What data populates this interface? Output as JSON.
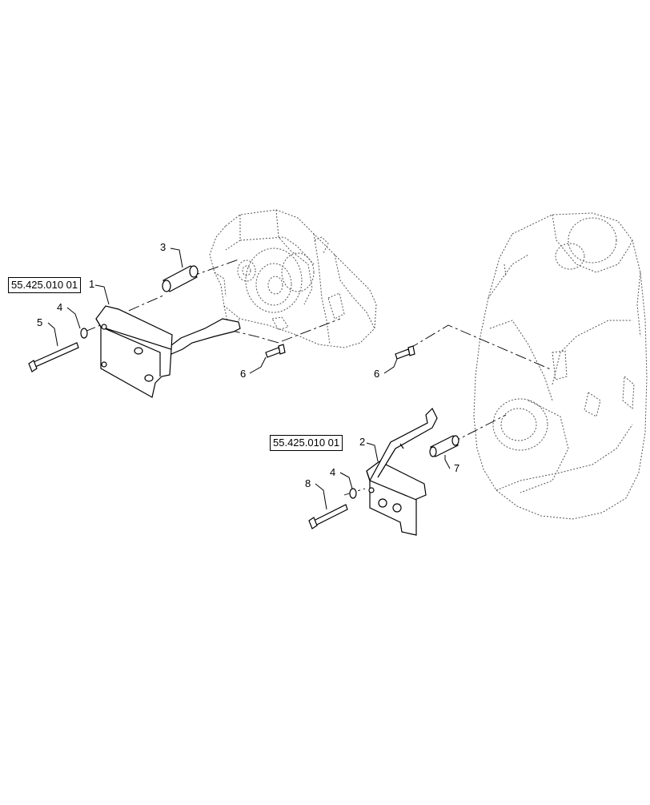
{
  "reference_links": [
    {
      "id": "ref-1",
      "text": "55.425.010 01"
    },
    {
      "id": "ref-2",
      "text": "55.425.010 01"
    }
  ],
  "callouts": [
    {
      "id": "c1",
      "text": "1"
    },
    {
      "id": "c2",
      "text": "2"
    },
    {
      "id": "c3",
      "text": "3"
    },
    {
      "id": "c4a",
      "text": "4"
    },
    {
      "id": "c4b",
      "text": "4"
    },
    {
      "id": "c5",
      "text": "5"
    },
    {
      "id": "c6a",
      "text": "6"
    },
    {
      "id": "c6b",
      "text": "6"
    },
    {
      "id": "c7",
      "text": "7"
    },
    {
      "id": "c8",
      "text": "8"
    }
  ]
}
